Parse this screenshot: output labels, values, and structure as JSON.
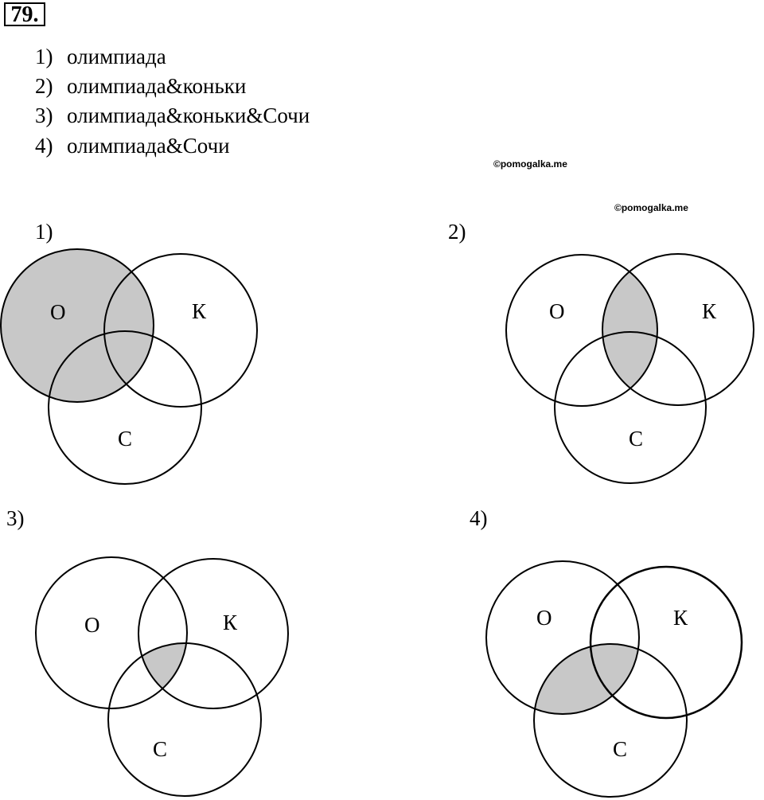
{
  "problem": {
    "number": "79."
  },
  "queries": [
    {
      "num": "1)",
      "text": "олимпиада"
    },
    {
      "num": "2)",
      "text": "олимпиада&коньки"
    },
    {
      "num": "3)",
      "text": "олимпиада&коньки&Сочи"
    },
    {
      "num": "4)",
      "text": "олимпиада&Сочи"
    }
  ],
  "watermarks": [
    "©pomogalka.me",
    "©pomogalka.me"
  ],
  "diagrams": [
    {
      "label": "1)",
      "sets": [
        "О",
        "К",
        "С"
      ],
      "shaded": "О"
    },
    {
      "label": "2)",
      "sets": [
        "О",
        "К",
        "С"
      ],
      "shaded": "О∩К"
    },
    {
      "label": "3)",
      "sets": [
        "О",
        "К",
        "С"
      ],
      "shaded": "О∩К∩С"
    },
    {
      "label": "4)",
      "sets": [
        "О",
        "К",
        "С"
      ],
      "shaded": "О∩С"
    }
  ],
  "colors": {
    "shade": "#c8c8c8",
    "stroke": "#000000"
  }
}
